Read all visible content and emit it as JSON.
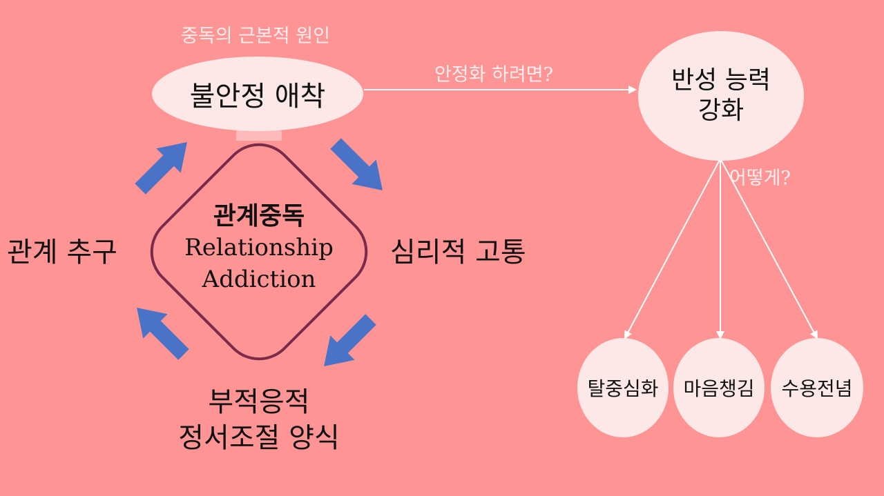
{
  "cause_label": "중독의 근본적 원인",
  "root_cause": "불안정 애착",
  "stabilize_question": "안정화 하려면?",
  "goal": {
    "line1": "반성 능력",
    "line2": "강화"
  },
  "how_question": "어떻게?",
  "methods": [
    "탈중심화",
    "마음챙김",
    "수용전념"
  ],
  "center": {
    "ko": "관계중독",
    "en_line1": "Relationship",
    "en_line2": "Addiction"
  },
  "cycle": {
    "left": "관계 추구",
    "right": "심리적 고통",
    "bottom_line1": "부적응적",
    "bottom_line2": "정서조절 양식"
  },
  "colors": {
    "background": "#ff9494",
    "bubble": "#fde8e8",
    "diamond_stroke": "#7a2a4a",
    "arrow_blue": "#4a73c8",
    "connector": "#ffffff"
  }
}
